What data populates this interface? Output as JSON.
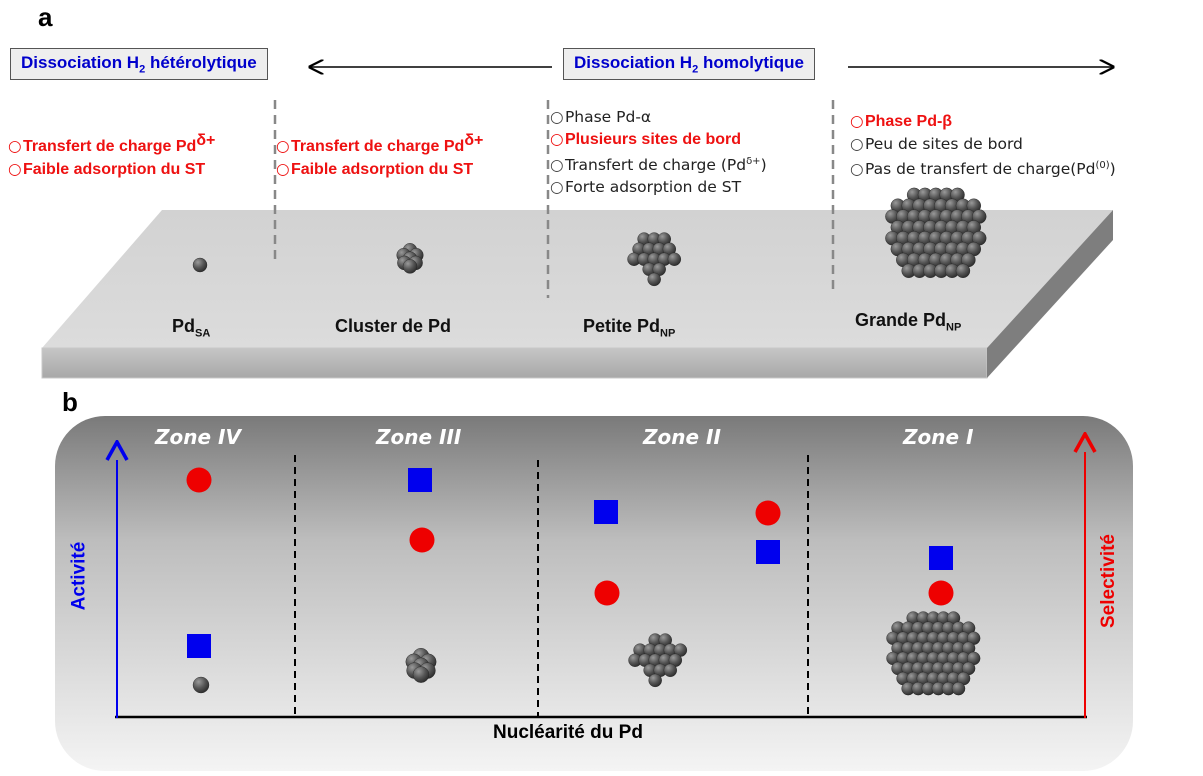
{
  "panel_a": {
    "letter": "a",
    "heterolytic": {
      "pre": "Dissociation H",
      "sub": "2",
      "post": " hétérolytique"
    },
    "homolytic": {
      "pre": "Dissociation H",
      "sub": "2",
      "post": " homolytique"
    },
    "columns": [
      {
        "items": [
          {
            "style": "red",
            "text": "Transfert de charge Pd",
            "sup": "δ+"
          },
          {
            "style": "red",
            "text": "Faible adsorption du ST"
          }
        ]
      },
      {
        "items": [
          {
            "style": "red",
            "text": "Transfert de charge Pd",
            "sup": "δ+"
          },
          {
            "style": "red",
            "text": "Faible adsorption du ST"
          }
        ]
      },
      {
        "items": [
          {
            "style": "normal",
            "text": "Phase Pd-α"
          },
          {
            "style": "red",
            "text": "Plusieurs sites de bord"
          },
          {
            "style": "normal",
            "text": "Transfert de charge (Pd",
            "sup": "δ+",
            "after": ")"
          },
          {
            "style": "normal",
            "text": "Forte adsorption de ST"
          }
        ]
      },
      {
        "items": [
          {
            "style": "red",
            "text": "Phase Pd-β"
          },
          {
            "style": "normal",
            "text": "Peu de sites de bord"
          },
          {
            "style": "normal",
            "text": "Pas de transfert de charge(Pd",
            "sup": "(0)",
            "after": ")"
          }
        ]
      }
    ],
    "labels": {
      "single_atom": {
        "main": "Pd",
        "sub": "SA"
      },
      "cluster": {
        "main": "Cluster de Pd"
      },
      "small_np": {
        "main": "Petite Pd",
        "sub": "NP"
      },
      "large_np": {
        "main": "Grande Pd",
        "sub": "NP"
      }
    }
  },
  "panel_b": {
    "letter": "b",
    "zones": [
      "Zone IV",
      "Zone III",
      "Zone II",
      "Zone I"
    ],
    "xlabel": "Nucléarité du Pd",
    "ylabel_left": "Activité",
    "ylabel_right": "Selectivité",
    "colors": {
      "activity": "#0000ee",
      "selectivity": "#ee0000",
      "panel_top": "#7a7a7a"
    }
  }
}
